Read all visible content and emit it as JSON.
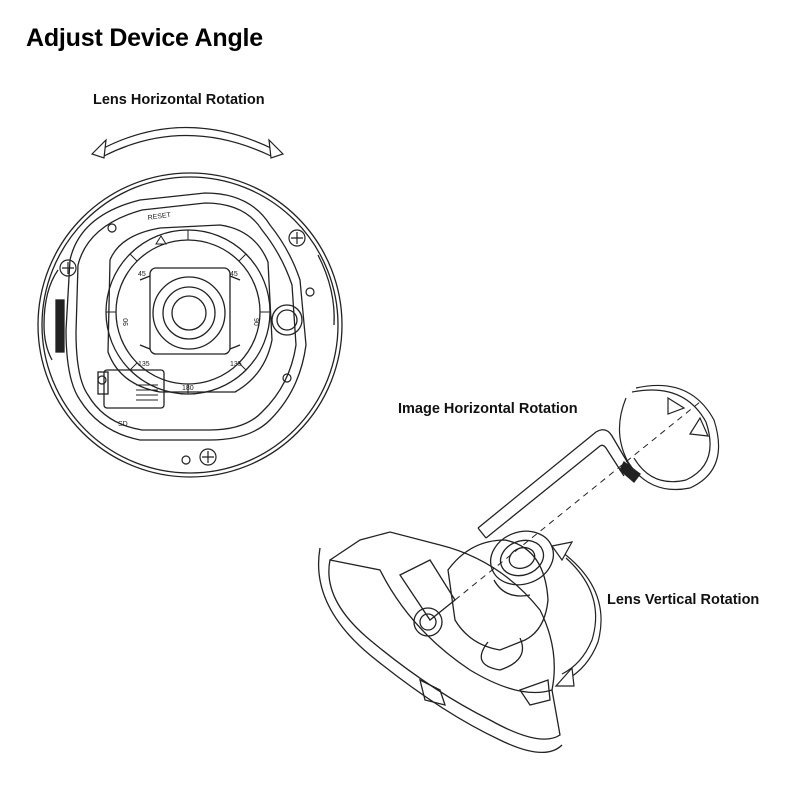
{
  "title": "Adjust Device Angle",
  "labels": {
    "lens_horizontal_rotation": "Lens Horizontal Rotation",
    "image_horizontal_rotation": "Image Horizontal Rotation",
    "lens_vertical_rotation": "Lens Vertical Rotation"
  },
  "device_marks": {
    "reset": "RESET",
    "deg_45_left": "45",
    "deg_45_right": "45",
    "deg_90_left": "90",
    "deg_90_right": "90",
    "deg_135_left": "135",
    "deg_135_right": "135",
    "deg_180": "180",
    "sd": "SD"
  },
  "colors": {
    "line": "#222222",
    "background": "#ffffff"
  }
}
